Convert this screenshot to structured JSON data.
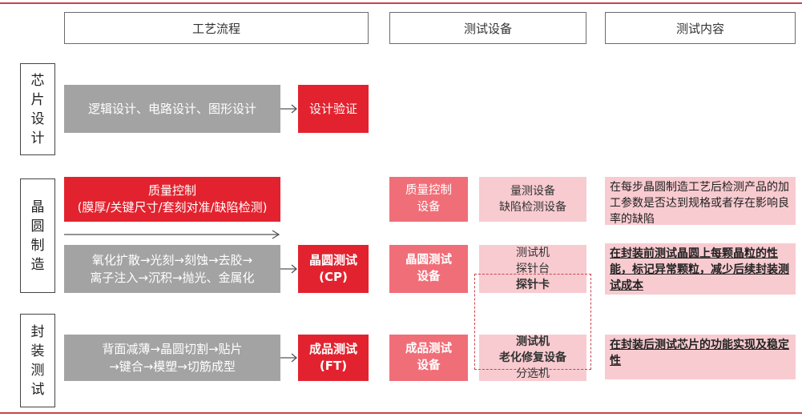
{
  "headers": {
    "process": "工艺流程",
    "equipment": "测试设备",
    "content": "测试内容"
  },
  "stages": {
    "design": "芯\n片\n设\n计",
    "wafer": "晶\n圆\n制\n造",
    "package": "封\n装\n测\n试"
  },
  "design_row": {
    "process": "逻辑设计、电路设计、图形设计",
    "verify": "设计验证"
  },
  "quality_row": {
    "title": "质量控制",
    "detail": "(膜厚/关键尺寸/套刻对准/缺陷检测)",
    "equip": "质量控制\n设备",
    "equip_detail": "量测设备\n缺陷检测设备",
    "content": "在每步晶圆制造工艺后检测产品的加工参数是否达到规格或者存在影响良率的缺陷"
  },
  "cp_row": {
    "process": "氧化扩散→光刻→刻蚀→去胶→\n离子注入→沉积→抛光、金属化",
    "test": "晶圆测试\n(CP)",
    "equip": "晶圆测试\n设备",
    "equip_detail_1": "测试机",
    "equip_detail_2": "探针台",
    "equip_detail_3": "探针卡",
    "content": "在封装前测试晶圆上每颗晶粒的性能，标记异常颗粒，减少后续封装测试成本"
  },
  "ft_row": {
    "process": "背面减薄→晶圆切割→贴片\n→键合→模塑→切筋成型",
    "test": "成品测试\n(FT)",
    "equip": "成品测试\n设备",
    "equip_detail_1": "测试机",
    "equip_detail_2": "老化修复设备",
    "equip_detail_3": "分选机",
    "content": "在封装后测试芯片的功能实现及稳定性"
  },
  "colors": {
    "accent_red": "#e2232f",
    "pink": "#f06e78",
    "light_pink": "#f8cbd0",
    "gray": "#a3a3a3",
    "rule": "#c9434d"
  }
}
